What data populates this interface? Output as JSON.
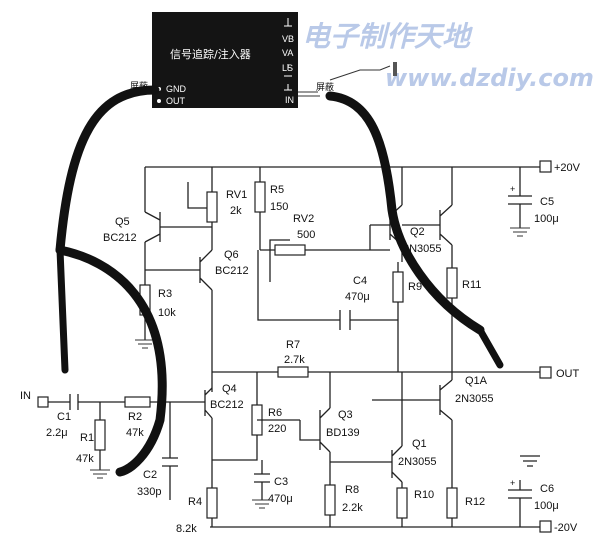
{
  "watermark": {
    "title": "电子制作天地",
    "url": "www.dzdiy.com"
  },
  "module": {
    "title": "信号追踪/注入器",
    "left_pins": [
      "GND",
      "OUT"
    ],
    "right_pins": [
      "VB",
      "VA",
      "LS",
      "IN"
    ],
    "shield_left": "屏蔽",
    "shield_right": "屏蔽"
  },
  "power": {
    "pos": "+20V",
    "neg": "-20V"
  },
  "io": {
    "in": "IN",
    "out": "OUT"
  },
  "components": {
    "Q5": {
      "ref": "Q5",
      "part": "BC212"
    },
    "Q6": {
      "ref": "Q6",
      "part": "BC212"
    },
    "Q4": {
      "ref": "Q4",
      "part": "BC212"
    },
    "Q3": {
      "ref": "Q3",
      "part": "BD139"
    },
    "Q2": {
      "ref": "Q2",
      "part": "2N3055"
    },
    "Q1A": {
      "ref": "Q1A",
      "part": "2N3055"
    },
    "Q1": {
      "ref": "Q1",
      "part": "2N3055"
    },
    "RV1": {
      "ref": "RV1",
      "value": "2k"
    },
    "RV2": {
      "ref": "RV2",
      "value": "500"
    },
    "R1": {
      "ref": "R1",
      "value": "47k"
    },
    "R2": {
      "ref": "R2",
      "value": "47k"
    },
    "R3": {
      "ref": "R3",
      "value": "10k"
    },
    "R4": {
      "ref": "R4",
      "value": "8.2k"
    },
    "R5": {
      "ref": "R5",
      "value": "150"
    },
    "R6": {
      "ref": "R6",
      "value": "220"
    },
    "R7": {
      "ref": "R7",
      "value": "2.7k"
    },
    "R8": {
      "ref": "R8",
      "value": "2.2k"
    },
    "R9": {
      "ref": "R9",
      "value": ""
    },
    "R10": {
      "ref": "R10",
      "value": ""
    },
    "R11": {
      "ref": "R11",
      "value": ""
    },
    "R12": {
      "ref": "R12",
      "value": ""
    },
    "C1": {
      "ref": "C1",
      "value": "2.2μ"
    },
    "C2": {
      "ref": "C2",
      "value": "330p"
    },
    "C3": {
      "ref": "C3",
      "value": "470μ"
    },
    "C4": {
      "ref": "C4",
      "value": "470μ"
    },
    "C5": {
      "ref": "C5",
      "value": "100μ"
    },
    "C6": {
      "ref": "C6",
      "value": "100μ"
    }
  }
}
